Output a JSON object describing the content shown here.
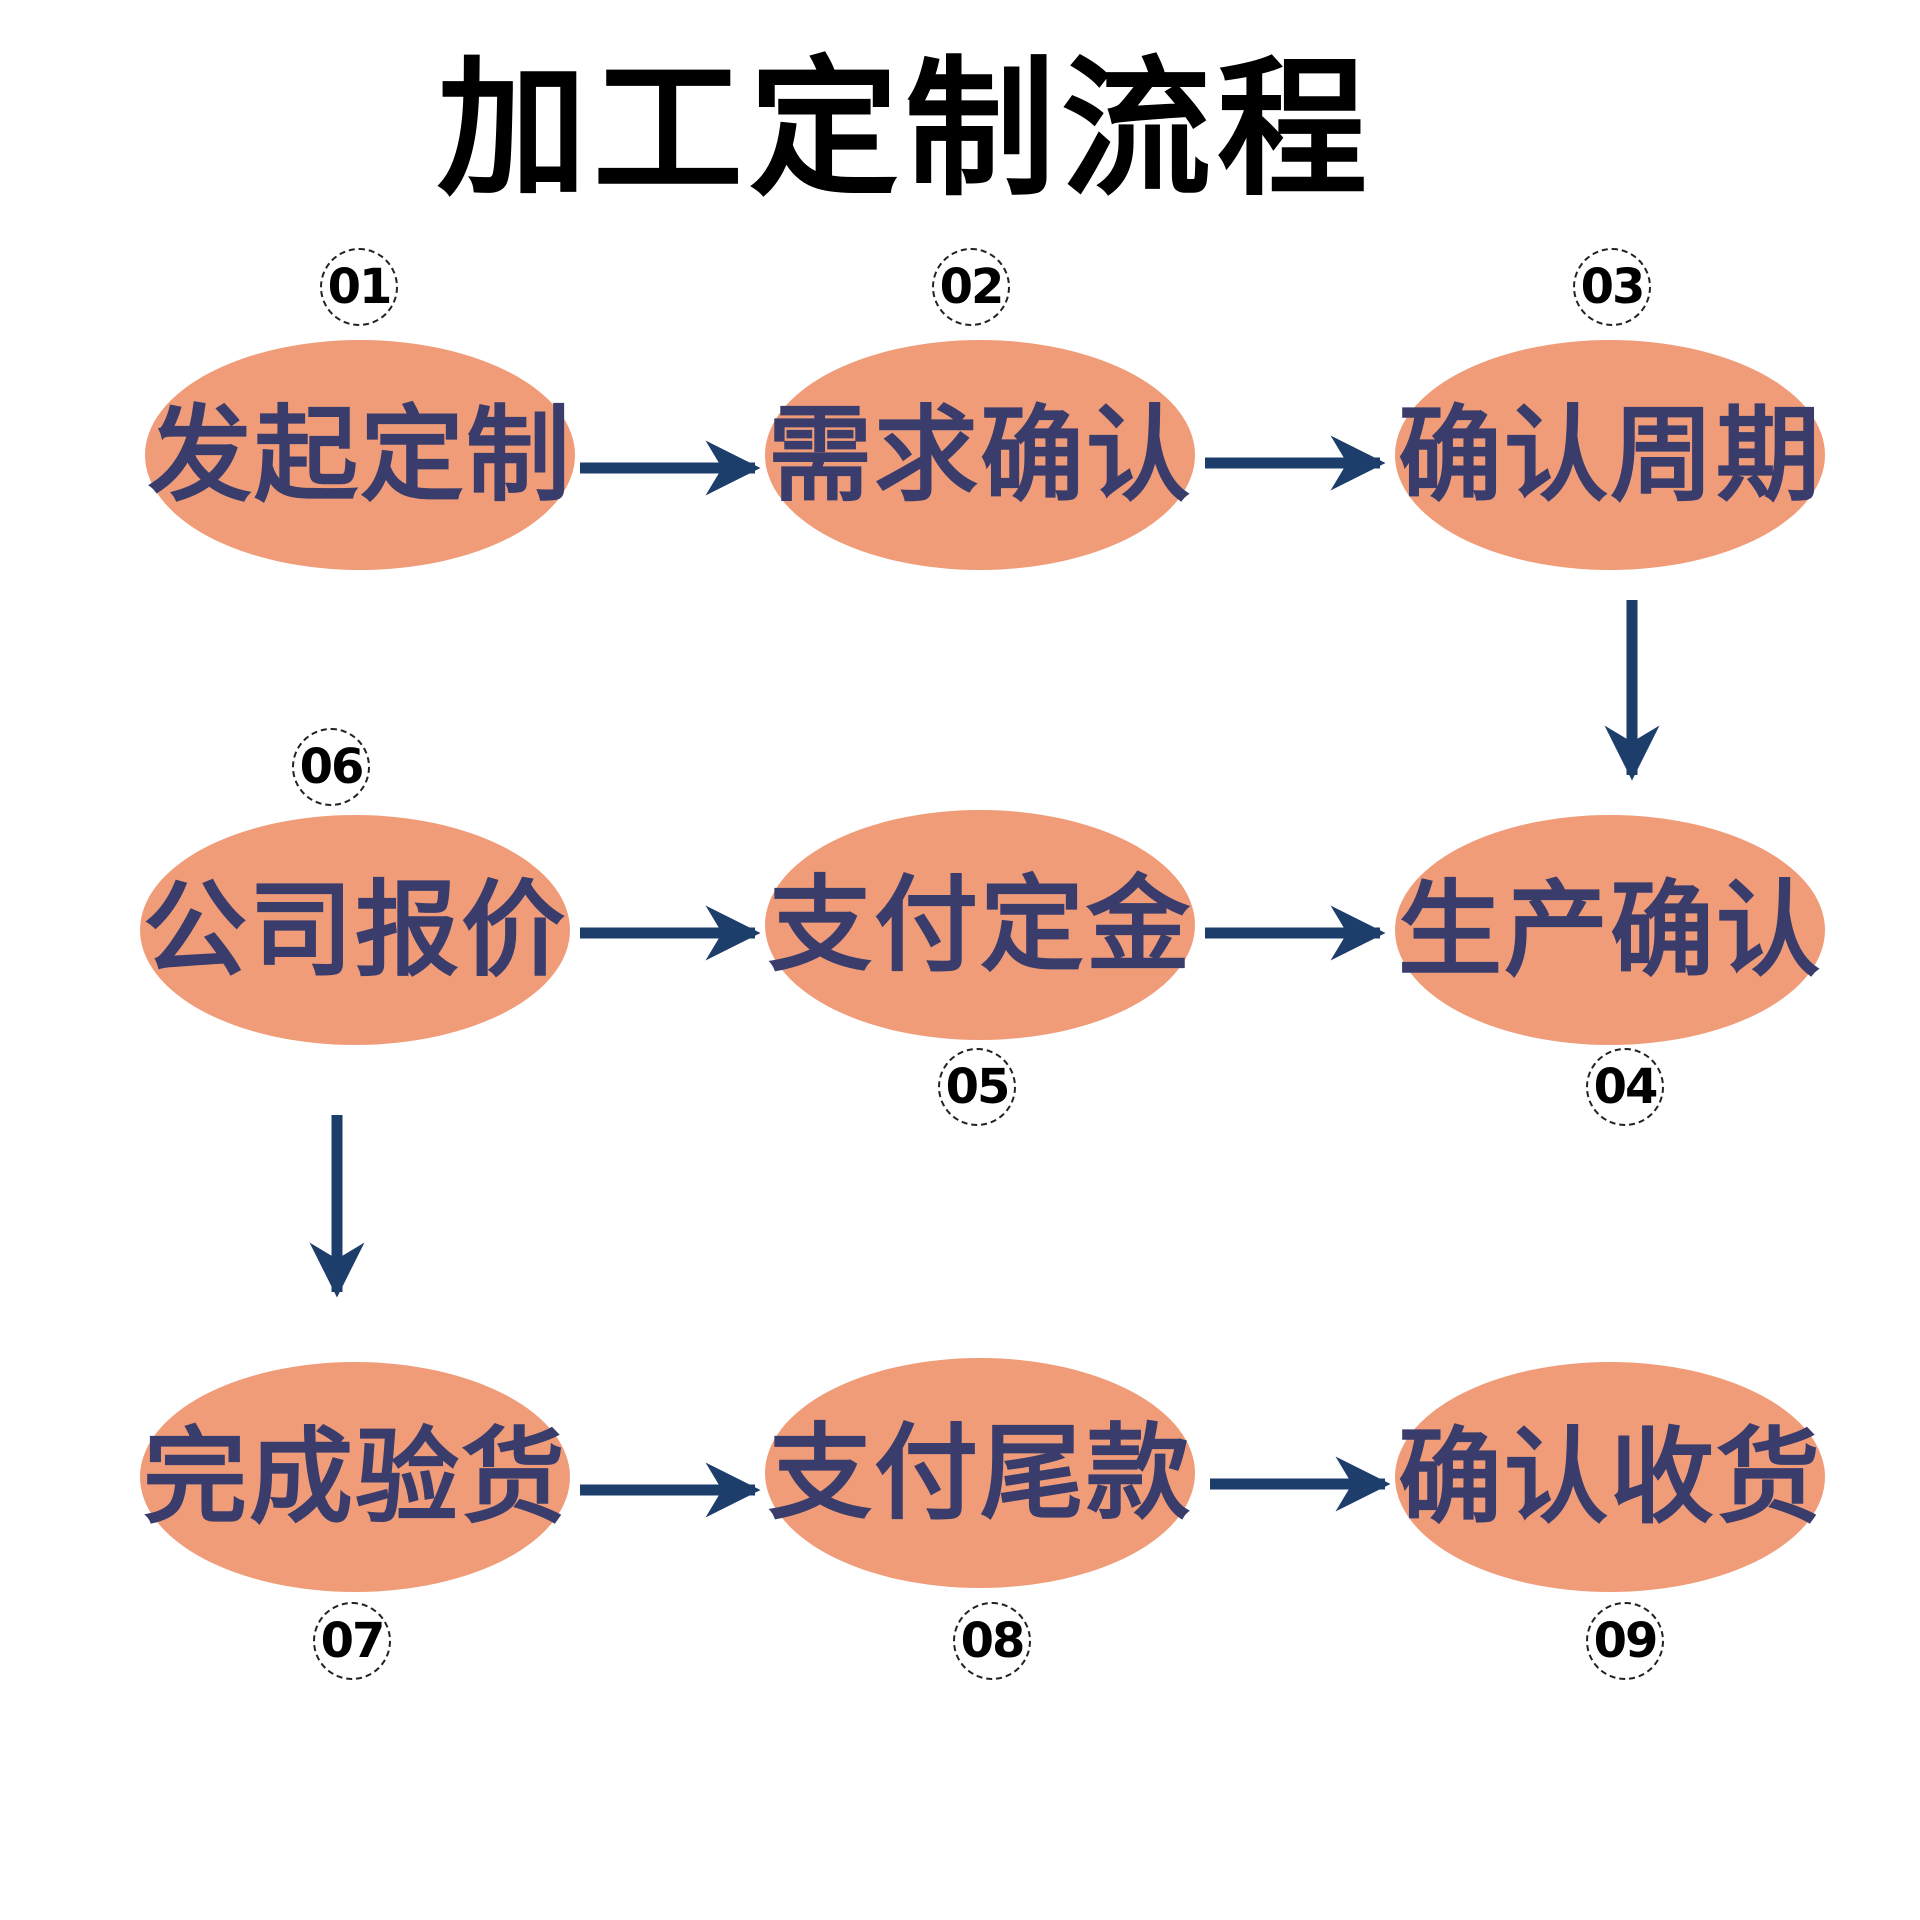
{
  "title": "加工定制流程",
  "colors": {
    "node_fill": "#F09C79",
    "node_text": "#3A3D6B",
    "arrow": "#1D3D6B",
    "number_text": "#000000"
  },
  "steps": [
    {
      "number": "01",
      "label": "发起定制"
    },
    {
      "number": "02",
      "label": "需求确认"
    },
    {
      "number": "03",
      "label": "确认周期"
    },
    {
      "number": "04",
      "label": "生产确认"
    },
    {
      "number": "05",
      "label": "支付定金"
    },
    {
      "number": "06",
      "label": "公司报价"
    },
    {
      "number": "07",
      "label": "完成验货"
    },
    {
      "number": "08",
      "label": "支付尾款"
    },
    {
      "number": "09",
      "label": "确认收货"
    }
  ],
  "flow": [
    {
      "from": "01",
      "to": "02"
    },
    {
      "from": "02",
      "to": "03"
    },
    {
      "from": "03",
      "to": "04"
    },
    {
      "from": "06",
      "to": "05"
    },
    {
      "from": "05",
      "to": "04"
    },
    {
      "from": "06",
      "to": "07"
    },
    {
      "from": "07",
      "to": "08"
    },
    {
      "from": "08",
      "to": "09"
    }
  ]
}
